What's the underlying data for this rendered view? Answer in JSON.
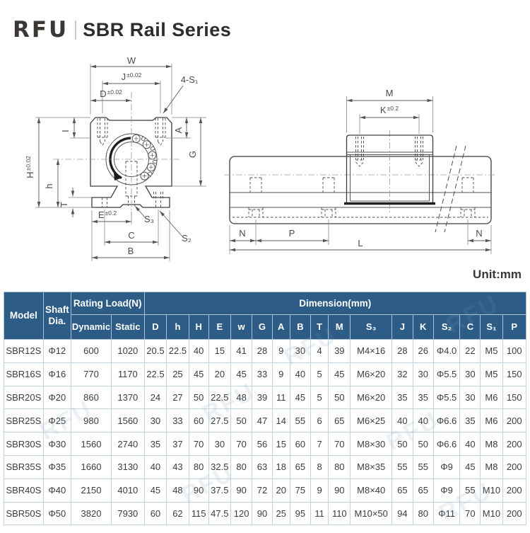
{
  "header": {
    "brand": "RFU",
    "title": "SBR Rail Series"
  },
  "unit_label": "Unit:mm",
  "watermark_text": "RFU",
  "colors": {
    "header_bg": "#2d5c87",
    "cell_border": "#c3d5e3",
    "body_text": "#3d3d3d"
  },
  "drawing": {
    "front_view": {
      "w": "W",
      "j": "J",
      "j_tol": "±0.02",
      "d": "D",
      "d_tol": "±0.02",
      "holes": "4-S₁",
      "i": "I",
      "a": "A",
      "g": "G",
      "h_cap": "H",
      "h_cap_tol": "±0.02",
      "h": "h",
      "t": "T",
      "e": "E",
      "e_tol": "±0.2",
      "s3": "S₃",
      "s2": "S₂",
      "c": "C",
      "b": "B",
      "retainer_glyph": "U"
    },
    "side_view": {
      "m": "M",
      "k": "K",
      "k_tol": "±0.2",
      "n_left": "N",
      "p": "P",
      "n_right": "N",
      "l": "L"
    }
  },
  "table": {
    "group_headers": {
      "model": "Model",
      "shaft_dia": "Shaft Dia.",
      "rating_load": "Rating Load(N)",
      "dimension": "Dimension(mm)"
    },
    "rating_sub_headers": [
      "Dynamic",
      "Static"
    ],
    "dim_sub_headers": [
      "D",
      "h",
      "H",
      "E",
      "w",
      "G",
      "A",
      "B",
      "T",
      "M",
      "S₃",
      "J",
      "K",
      "S₂",
      "C",
      "S₁",
      "P"
    ],
    "rows": [
      {
        "model": "SBR12S",
        "shaft_dia": "Φ12",
        "dynamic": "600",
        "static": "1020",
        "dims": [
          "20.5",
          "22.5",
          "40",
          "15",
          "41",
          "28",
          "9",
          "30",
          "4",
          "39",
          "M4×16",
          "28",
          "26",
          "Φ4.0",
          "22",
          "M5",
          "100"
        ]
      },
      {
        "model": "SBR16S",
        "shaft_dia": "Φ16",
        "dynamic": "770",
        "static": "1170",
        "dims": [
          "22.5",
          "25",
          "45",
          "20",
          "45",
          "33",
          "9",
          "40",
          "5",
          "45",
          "M6×20",
          "32",
          "30",
          "Φ5.5",
          "30",
          "M5",
          "150"
        ]
      },
      {
        "model": "SBR20S",
        "shaft_dia": "Φ20",
        "dynamic": "860",
        "static": "1370",
        "dims": [
          "24",
          "27",
          "50",
          "22.5",
          "48",
          "39",
          "11",
          "45",
          "5",
          "50",
          "M6×20",
          "35",
          "35",
          "Φ5.5",
          "30",
          "M6",
          "150"
        ]
      },
      {
        "model": "SBR25S",
        "shaft_dia": "Φ25",
        "dynamic": "980",
        "static": "1560",
        "dims": [
          "30",
          "33",
          "60",
          "27.5",
          "50",
          "47",
          "14",
          "55",
          "6",
          "65",
          "M6×25",
          "40",
          "40",
          "Φ6.6",
          "35",
          "M6",
          "200"
        ]
      },
      {
        "model": "SBR30S",
        "shaft_dia": "Φ30",
        "dynamic": "1560",
        "static": "2740",
        "dims": [
          "35",
          "37",
          "70",
          "30",
          "70",
          "56",
          "15",
          "60",
          "7",
          "70",
          "M8×30",
          "50",
          "50",
          "Φ6.6",
          "40",
          "M8",
          "200"
        ]
      },
      {
        "model": "SBR35S",
        "shaft_dia": "Φ35",
        "dynamic": "1660",
        "static": "3130",
        "dims": [
          "40",
          "43",
          "80",
          "32.5",
          "80",
          "63",
          "18",
          "65",
          "8",
          "80",
          "M8×35",
          "55",
          "55",
          "Φ9",
          "45",
          "M8",
          "200"
        ]
      },
      {
        "model": "SBR40S",
        "shaft_dia": "Φ40",
        "dynamic": "2150",
        "static": "4010",
        "dims": [
          "45",
          "48",
          "90",
          "37.5",
          "90",
          "72",
          "20",
          "75",
          "9",
          "90",
          "M8×40",
          "65",
          "65",
          "Φ9",
          "55",
          "M10",
          "200"
        ]
      },
      {
        "model": "SBR50S",
        "shaft_dia": "Φ50",
        "dynamic": "3820",
        "static": "7930",
        "dims": [
          "60",
          "62",
          "115",
          "47.5",
          "120",
          "90",
          "25",
          "95",
          "11",
          "110",
          "M10×50",
          "94",
          "80",
          "Φ11",
          "70",
          "M10",
          "200"
        ]
      }
    ]
  }
}
